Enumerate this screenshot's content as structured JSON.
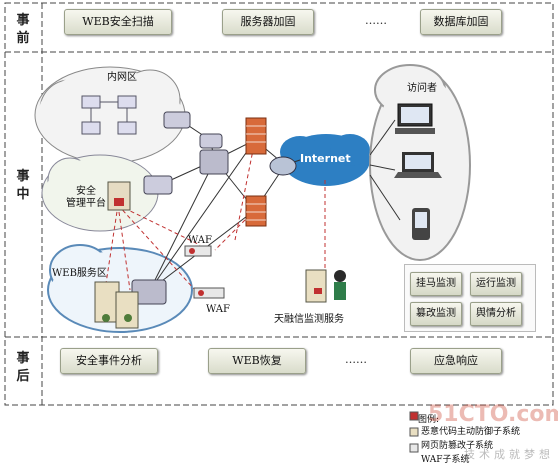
{
  "phases": {
    "before": "事\n前",
    "during": "事\n中",
    "after": "事\n后"
  },
  "before_items": [
    "WEB安全扫描",
    "服务器加固",
    "……",
    "数据库加固"
  ],
  "after_items": [
    "安全事件分析",
    "WEB恢复",
    "……",
    "应急响应"
  ],
  "zones": {
    "intranet": "内网区",
    "mgmt": "安全\n管理平台",
    "web_zone": "WEB服务区",
    "internet": "Internet",
    "visitors": "访问者",
    "waf1": "WAF",
    "waf2": "WAF",
    "monitor": "天融信监测服务"
  },
  "monitor_items": [
    "挂马监测",
    "运行监测",
    "篡改监测",
    "舆情分析"
  ],
  "legend": {
    "title": "图例:",
    "items": [
      "恶意代码主动防御子系统",
      "网页防篡改子系统",
      "WAF子系统"
    ]
  },
  "watermark": {
    "site": "51CTO.com",
    "slogan": "技术成就梦想"
  }
}
